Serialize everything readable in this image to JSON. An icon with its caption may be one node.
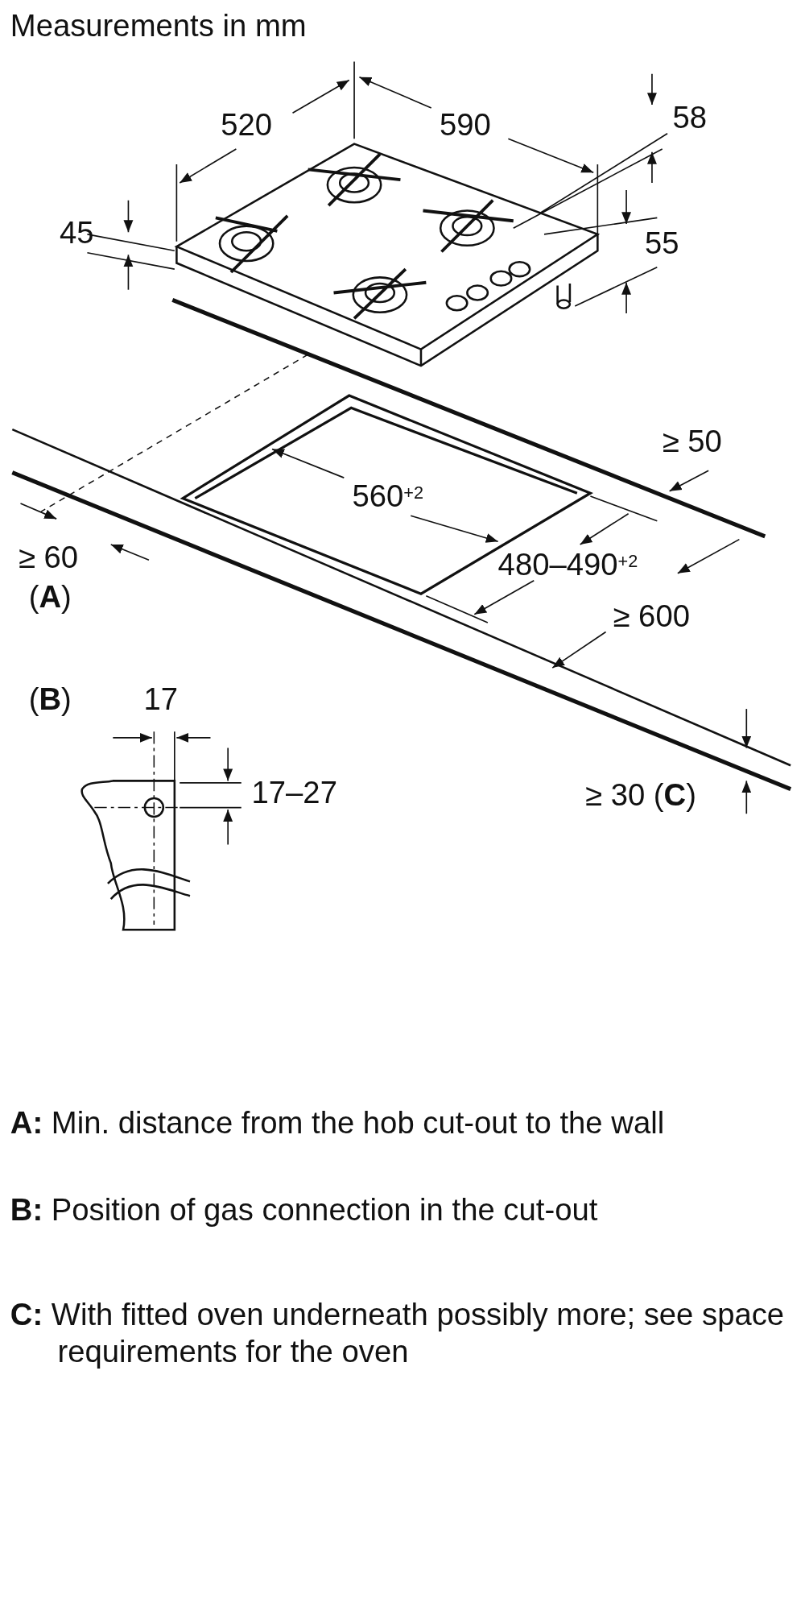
{
  "diagram": {
    "title": "Measurements in mm",
    "labels": [
      "520",
      "590",
      "58",
      "45",
      "55",
      "560$^{+2}$",
      "≥ 50",
      "≥ 60",
      "(**A**)",
      "480–490$^{+2}$",
      "≥ 600",
      "(**B**)",
      "17",
      "17–27",
      "≥ 30 (**C**)",
      "**A:** Min. distance from the hob cut-out to the wall",
      "**B:** Position of gas connection in the cut-out",
      "**C:** With fitted oven underneath possibly more; see space requirements for the oven"
    ]
  }
}
